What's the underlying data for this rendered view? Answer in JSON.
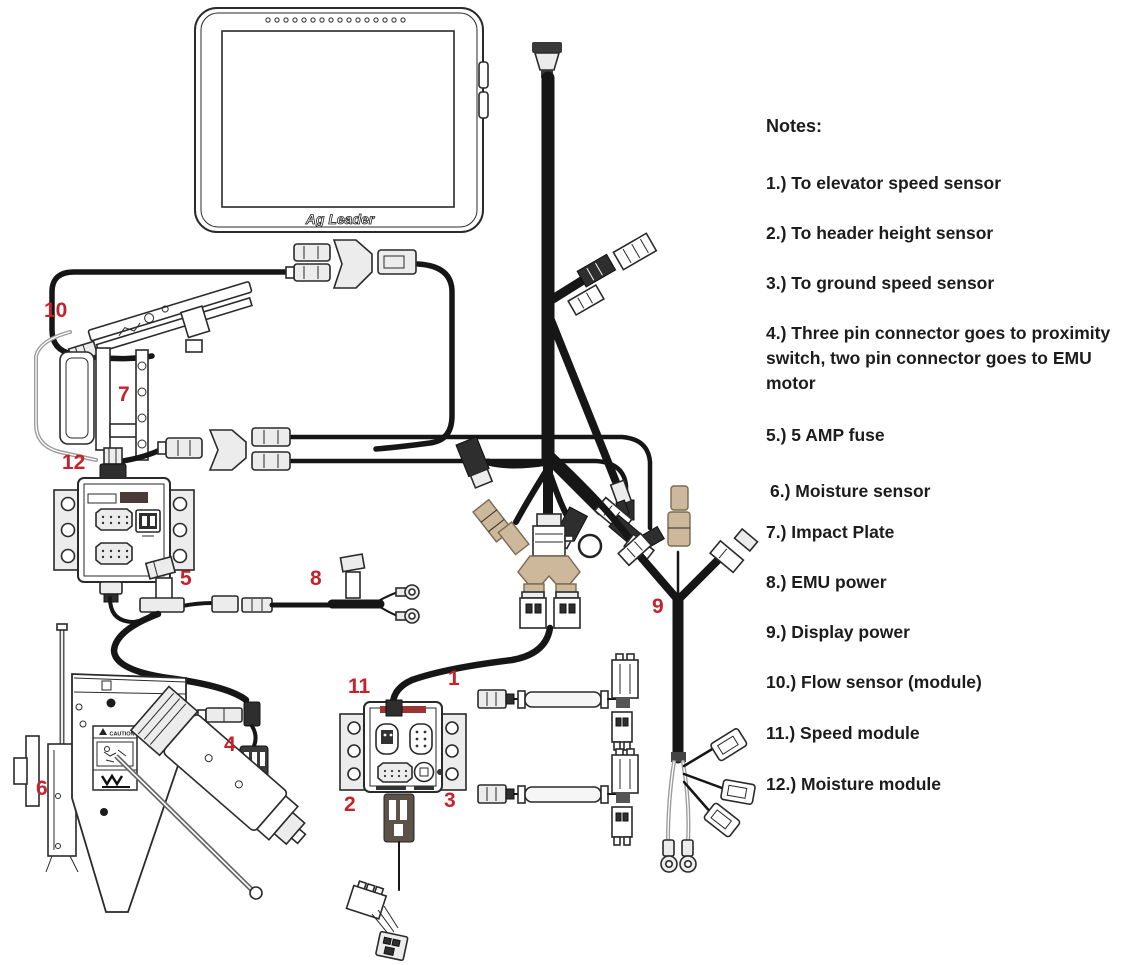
{
  "display": {
    "logo": "Ag Leader"
  },
  "notes": {
    "heading": "Notes:",
    "items": [
      "1.) To elevator speed sensor",
      "2.) To header height sensor",
      "3.) To ground speed sensor",
      "4.) Three pin connector goes to proximity switch, two pin connector goes to EMU motor",
      "5.) 5 AMP fuse",
      "6.) Moisture sensor",
      "7.) Impact Plate",
      "8.) EMU power",
      "9.) Display power",
      "10.) Flow sensor (module)",
      "11.) Speed module",
      "12.) Moisture module"
    ]
  },
  "callouts": [
    {
      "n": "1"
    },
    {
      "n": "2"
    },
    {
      "n": "3"
    },
    {
      "n": "4"
    },
    {
      "n": "5"
    },
    {
      "n": "6"
    },
    {
      "n": "7"
    },
    {
      "n": "8"
    },
    {
      "n": "9"
    },
    {
      "n": "10"
    },
    {
      "n": "11"
    },
    {
      "n": "12"
    }
  ],
  "sticker": {
    "caution": "CAUTION"
  },
  "colors": {
    "callout_red": "#c3242b",
    "wire_black": "#161616",
    "tan": "#cdb89c",
    "gray_wire": "#9b9b9b"
  }
}
